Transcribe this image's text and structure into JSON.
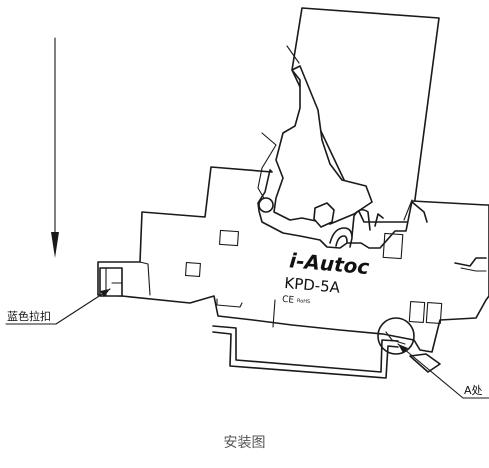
{
  "diagram": {
    "brand": "i-Autoc",
    "model": "KPD-5A",
    "certification_mark": "CE",
    "certification_small": "RoHS",
    "callout_left": "蓝色拉扣",
    "callout_right": "A处"
  },
  "caption": "安装图"
}
